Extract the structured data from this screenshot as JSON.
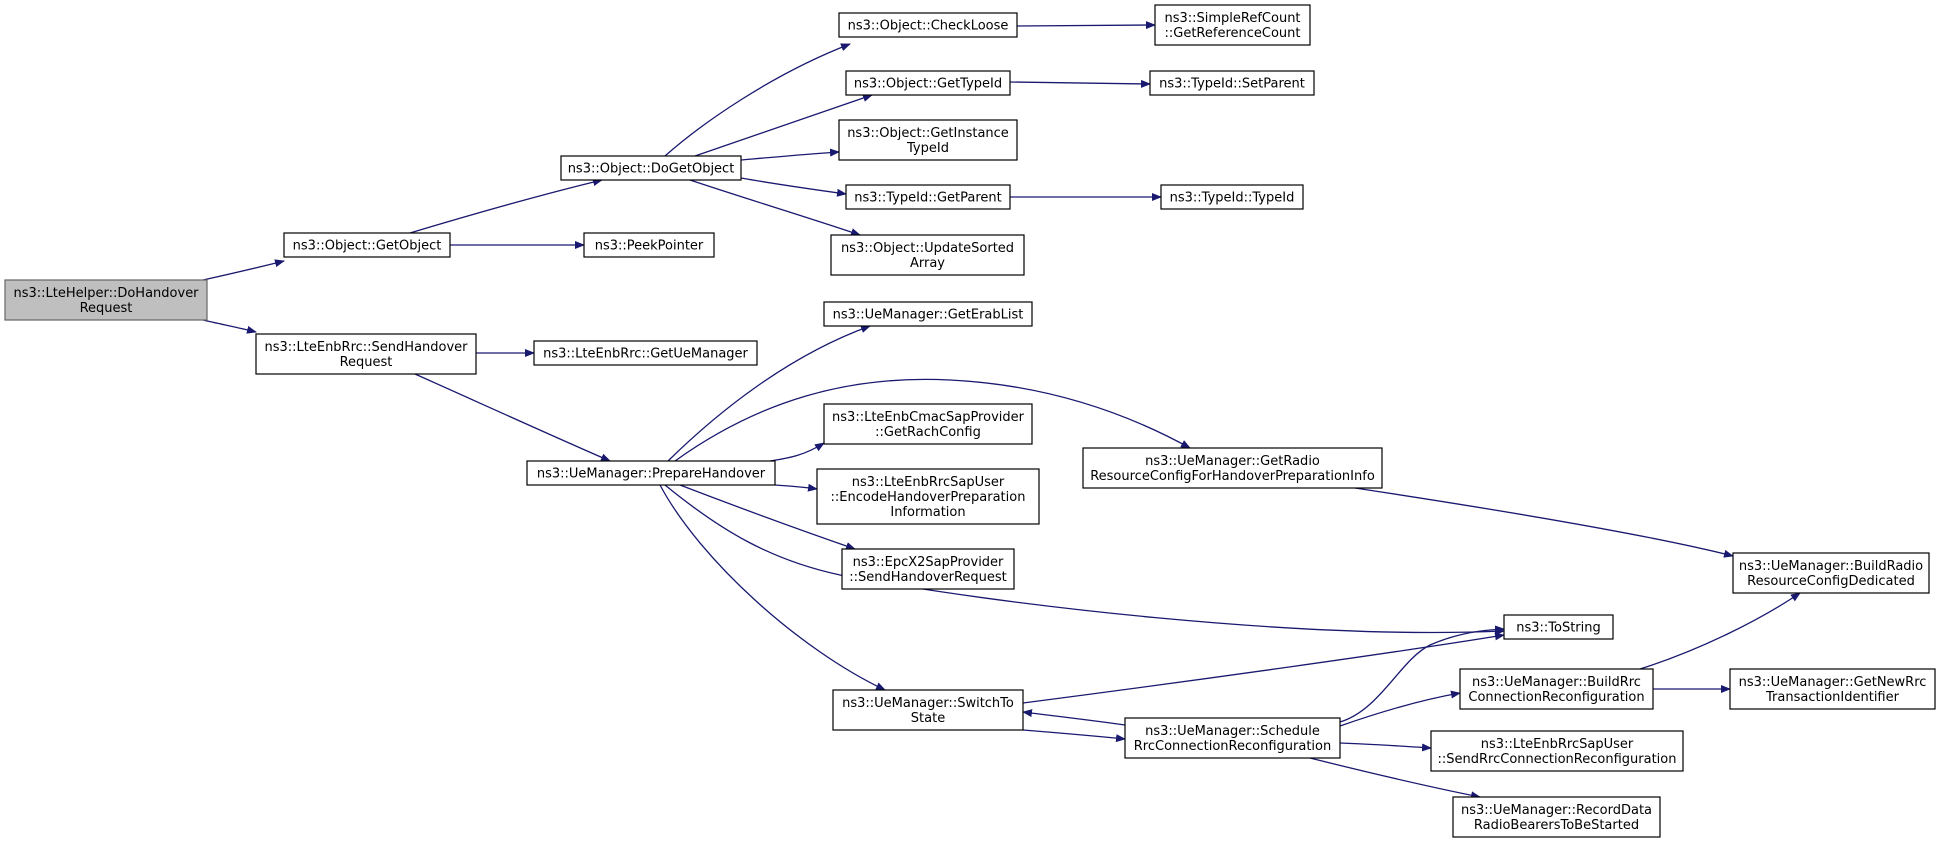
{
  "graph": {
    "nodes": [
      {
        "id": "do_handover_request",
        "lines": [
          "ns3::LteHelper::DoHandover",
          "Request"
        ],
        "root": true
      },
      {
        "id": "object_getobject",
        "lines": [
          "ns3::Object::GetObject"
        ]
      },
      {
        "id": "lteenbrrc_sendhandoverrequest",
        "lines": [
          "ns3::LteEnbRrc::SendHandover",
          "Request"
        ]
      },
      {
        "id": "object_dogetobject",
        "lines": [
          "ns3::Object::DoGetObject"
        ]
      },
      {
        "id": "peekpointer",
        "lines": [
          "ns3::PeekPointer"
        ]
      },
      {
        "id": "lteenbrrc_getuemanager",
        "lines": [
          "ns3::LteEnbRrc::GetUeManager"
        ]
      },
      {
        "id": "uemanager_preparehandover",
        "lines": [
          "ns3::UeManager::PrepareHandover"
        ]
      },
      {
        "id": "object_checkloose",
        "lines": [
          "ns3::Object::CheckLoose"
        ]
      },
      {
        "id": "object_gettypeid",
        "lines": [
          "ns3::Object::GetTypeId"
        ]
      },
      {
        "id": "object_getinstancetypeid",
        "lines": [
          "ns3::Object::GetInstance",
          "TypeId"
        ]
      },
      {
        "id": "typeid_getparent",
        "lines": [
          "ns3::TypeId::GetParent"
        ]
      },
      {
        "id": "object_updatesortedarray",
        "lines": [
          "ns3::Object::UpdateSorted",
          "Array"
        ]
      },
      {
        "id": "simplerefcount_getreferencecount",
        "lines": [
          "ns3::SimpleRefCount",
          "::GetReferenceCount"
        ]
      },
      {
        "id": "typeid_setparent",
        "lines": [
          "ns3::TypeId::SetParent"
        ]
      },
      {
        "id": "typeid_typeid",
        "lines": [
          "ns3::TypeId::TypeId"
        ]
      },
      {
        "id": "uemanager_geterablist",
        "lines": [
          "ns3::UeManager::GetErabList"
        ]
      },
      {
        "id": "lteenbcmacsapprovider_getrachconfig",
        "lines": [
          "ns3::LteEnbCmacSapProvider",
          "::GetRachConfig"
        ]
      },
      {
        "id": "lteenbrrcsapuser_encodehandoverpreparationinformation",
        "lines": [
          "ns3::LteEnbRrcSapUser",
          "::EncodeHandoverPreparation",
          "Information"
        ]
      },
      {
        "id": "epcx2sapprovider_sendhandoverrequest",
        "lines": [
          "ns3::EpcX2SapProvider",
          "::SendHandoverRequest"
        ]
      },
      {
        "id": "uemanager_switchtostate",
        "lines": [
          "ns3::UeManager::SwitchTo",
          "State"
        ]
      },
      {
        "id": "uemanager_getradioresourceconfigforhandoverpreparationinfo",
        "lines": [
          "ns3::UeManager::GetRadio",
          "ResourceConfigForHandoverPreparationInfo"
        ]
      },
      {
        "id": "tostring",
        "lines": [
          "ns3::ToString"
        ]
      },
      {
        "id": "uemanager_schedulerrcconnectionreconfiguration",
        "lines": [
          "ns3::UeManager::Schedule",
          "RrcConnectionReconfiguration"
        ]
      },
      {
        "id": "uemanager_buildradioresourceconfigdedicated",
        "lines": [
          "ns3::UeManager::BuildRadio",
          "ResourceConfigDedicated"
        ]
      },
      {
        "id": "uemanager_buildrrcconnectionreconfiguration",
        "lines": [
          "ns3::UeManager::BuildRrc",
          "ConnectionReconfiguration"
        ]
      },
      {
        "id": "uemanager_getnewrrctransactionidentifier",
        "lines": [
          "ns3::UeManager::GetNewRrc",
          "TransactionIdentifier"
        ]
      },
      {
        "id": "lteenbrrcsapuser_sendrrcconnectionreconfiguration",
        "lines": [
          "ns3::LteEnbRrcSapUser",
          "::SendRrcConnectionReconfiguration"
        ]
      },
      {
        "id": "uemanager_recorddataradiobearerstobestarted",
        "lines": [
          "ns3::UeManager::RecordData",
          "RadioBearersToBeStarted"
        ]
      }
    ],
    "edges": [
      {
        "from": "do_handover_request",
        "to": "object_getobject"
      },
      {
        "from": "do_handover_request",
        "to": "lteenbrrc_sendhandoverrequest"
      },
      {
        "from": "object_getobject",
        "to": "object_dogetobject"
      },
      {
        "from": "object_getobject",
        "to": "peekpointer"
      },
      {
        "from": "object_dogetobject",
        "to": "object_checkloose"
      },
      {
        "from": "object_dogetobject",
        "to": "object_gettypeid"
      },
      {
        "from": "object_dogetobject",
        "to": "object_getinstancetypeid"
      },
      {
        "from": "object_dogetobject",
        "to": "typeid_getparent"
      },
      {
        "from": "object_dogetobject",
        "to": "object_updatesortedarray"
      },
      {
        "from": "object_checkloose",
        "to": "simplerefcount_getreferencecount"
      },
      {
        "from": "object_gettypeid",
        "to": "typeid_setparent"
      },
      {
        "from": "typeid_getparent",
        "to": "typeid_typeid"
      },
      {
        "from": "lteenbrrc_sendhandoverrequest",
        "to": "lteenbrrc_getuemanager"
      },
      {
        "from": "lteenbrrc_sendhandoverrequest",
        "to": "uemanager_preparehandover"
      },
      {
        "from": "uemanager_preparehandover",
        "to": "uemanager_geterablist"
      },
      {
        "from": "uemanager_preparehandover",
        "to": "uemanager_getradioresourceconfigforhandoverpreparationinfo"
      },
      {
        "from": "uemanager_preparehandover",
        "to": "lteenbcmacsapprovider_getrachconfig"
      },
      {
        "from": "uemanager_preparehandover",
        "to": "lteenbrrcsapuser_encodehandoverpreparationinformation"
      },
      {
        "from": "uemanager_preparehandover",
        "to": "epcx2sapprovider_sendhandoverrequest"
      },
      {
        "from": "uemanager_preparehandover",
        "to": "tostring"
      },
      {
        "from": "uemanager_preparehandover",
        "to": "uemanager_switchtostate"
      },
      {
        "from": "uemanager_getradioresourceconfigforhandoverpreparationinfo",
        "to": "uemanager_buildradioresourceconfigdedicated"
      },
      {
        "from": "uemanager_switchtostate",
        "to": "tostring"
      },
      {
        "from": "uemanager_switchtostate",
        "to": "uemanager_schedulerrcconnectionreconfiguration"
      },
      {
        "from": "uemanager_schedulerrcconnectionreconfiguration",
        "to": "uemanager_switchtostate"
      },
      {
        "from": "uemanager_schedulerrcconnectionreconfiguration",
        "to": "tostring"
      },
      {
        "from": "uemanager_schedulerrcconnectionreconfiguration",
        "to": "uemanager_buildrrcconnectionreconfiguration"
      },
      {
        "from": "uemanager_schedulerrcconnectionreconfiguration",
        "to": "lteenbrrcsapuser_sendrrcconnectionreconfiguration"
      },
      {
        "from": "uemanager_schedulerrcconnectionreconfiguration",
        "to": "uemanager_recorddataradiobearerstobestarted"
      },
      {
        "from": "uemanager_buildrrcconnectionreconfiguration",
        "to": "uemanager_buildradioresourceconfigdedicated"
      },
      {
        "from": "uemanager_buildrrcconnectionreconfiguration",
        "to": "uemanager_getnewrrctransactionidentifier"
      }
    ]
  },
  "colors": {
    "edge": "#191970",
    "root_fill": "#bfbfbf",
    "node_fill": "#ffffff",
    "node_border": "#000000"
  }
}
